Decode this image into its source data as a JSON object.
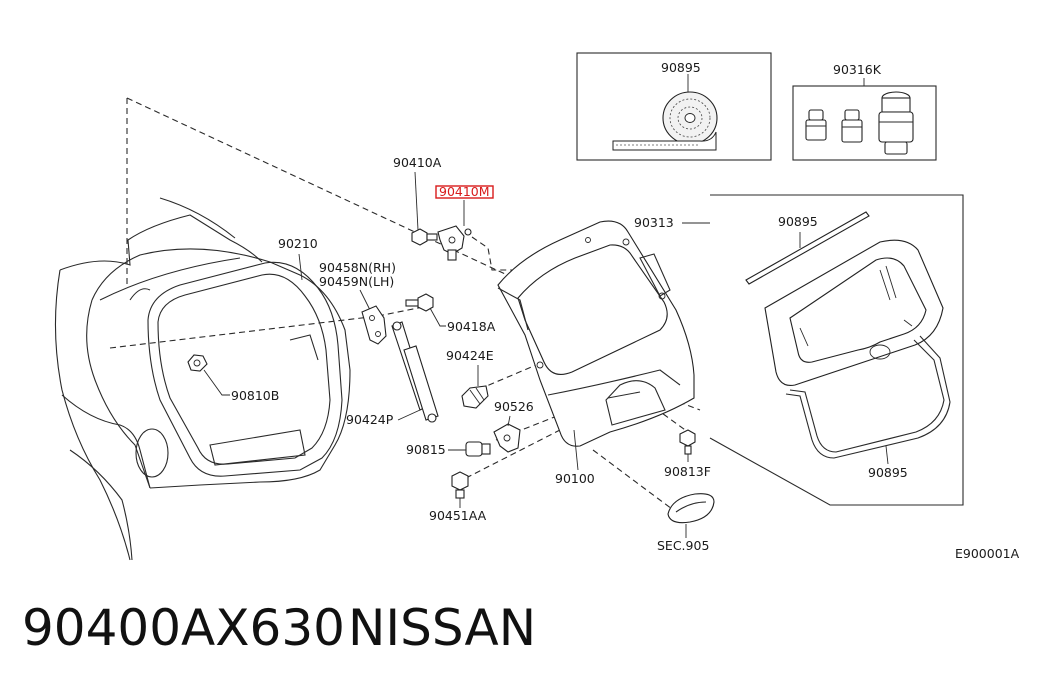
{
  "labels": {
    "p90895_box": "90895",
    "p90316K": "90316K",
    "p90410A": "90410A",
    "p90410M": "90410M",
    "p90313": "90313",
    "p90895_strip": "90895",
    "p90210": "90210",
    "p90458N": "90458N(RH)",
    "p90459N": "90459N(LH)",
    "p90418A": "90418A",
    "p90424E": "90424E",
    "p90810B": "90810B",
    "p90424P": "90424P",
    "p90526": "90526",
    "p90815": "90815",
    "p90100": "90100",
    "p90813F": "90813F",
    "p90895_seal": "90895",
    "p90451AA": "90451AA",
    "sec905": "SEC.905",
    "diagram_code": "E900001A"
  },
  "footer": {
    "part_number": "90400AX630",
    "brand": "NISSAN"
  },
  "colors": {
    "highlight": "#d81b1b",
    "line": "#2a2a2a"
  }
}
